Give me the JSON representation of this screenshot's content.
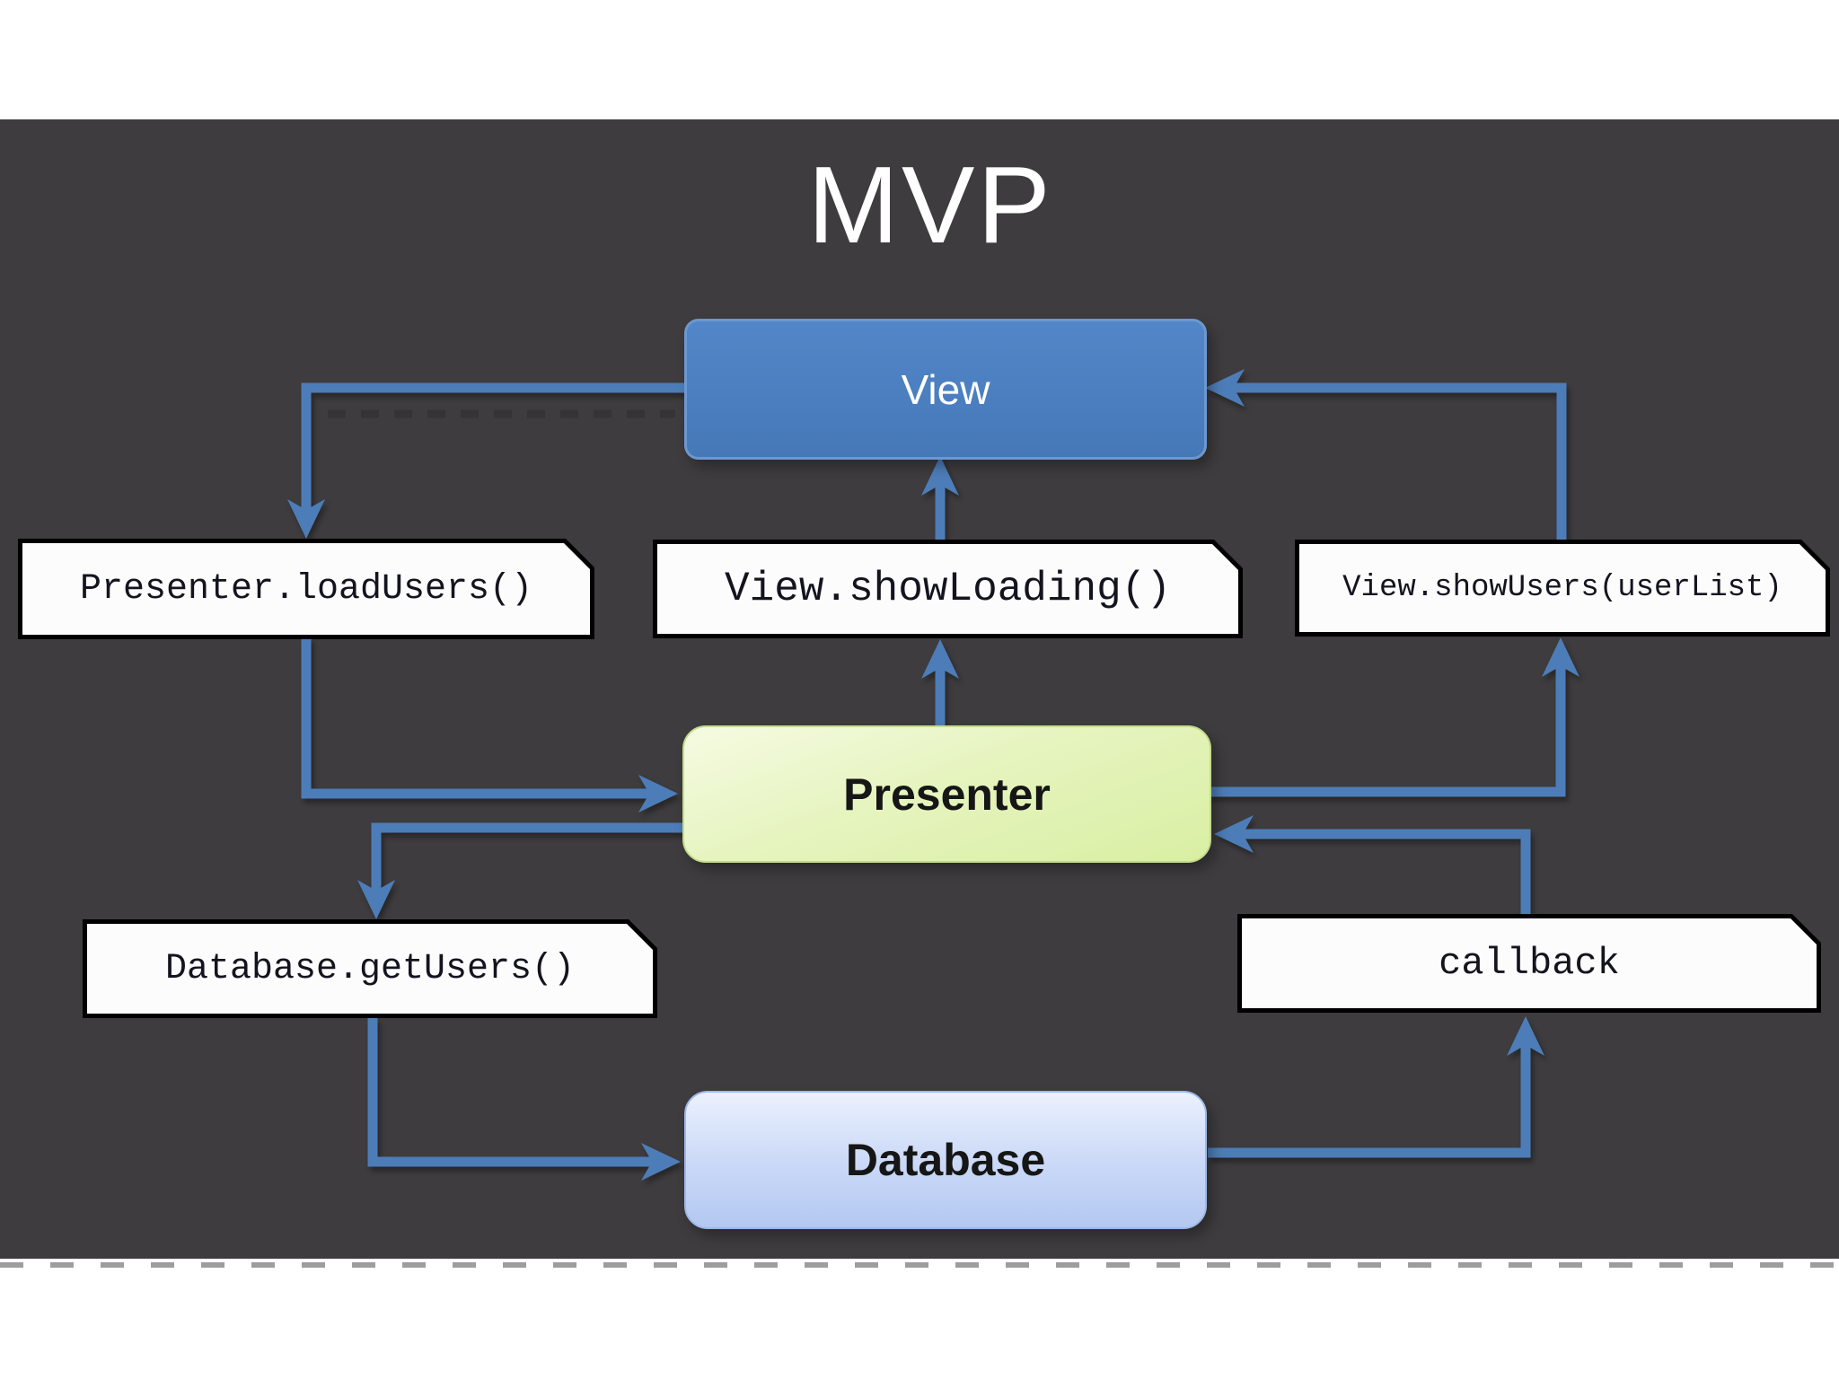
{
  "title": "MVP",
  "nodes": {
    "view": "View",
    "presenter": "Presenter",
    "database": "Database"
  },
  "notes": {
    "load_users": "Presenter.loadUsers()",
    "show_loading": "View.showLoading()",
    "show_users": "View.showUsers(userList)",
    "get_users": "Database.getUsers()",
    "callback": "callback"
  },
  "edges": [
    {
      "from": "View",
      "to": "Presenter.loadUsers()"
    },
    {
      "from": "Presenter.loadUsers()",
      "to": "Presenter"
    },
    {
      "from": "Presenter",
      "to": "View.showLoading()"
    },
    {
      "from": "View.showLoading()",
      "to": "View"
    },
    {
      "from": "Presenter",
      "to": "View.showUsers(userList)"
    },
    {
      "from": "View.showUsers(userList)",
      "to": "View"
    },
    {
      "from": "Presenter",
      "to": "Database.getUsers()"
    },
    {
      "from": "Database.getUsers()",
      "to": "Database"
    },
    {
      "from": "Database",
      "to": "callback"
    },
    {
      "from": "callback",
      "to": "Presenter"
    }
  ],
  "colors": {
    "page_background": "#ffffff",
    "board_background": "#3e3c3e",
    "arrow": "#4d7db8",
    "view_fill": "#4b80c2",
    "presenter_fill": "#ddf0a8",
    "database_fill": "#c3d4f6",
    "note_fill": "#fcfcfc",
    "note_border": "#000000",
    "title_color": "#ffffff"
  }
}
